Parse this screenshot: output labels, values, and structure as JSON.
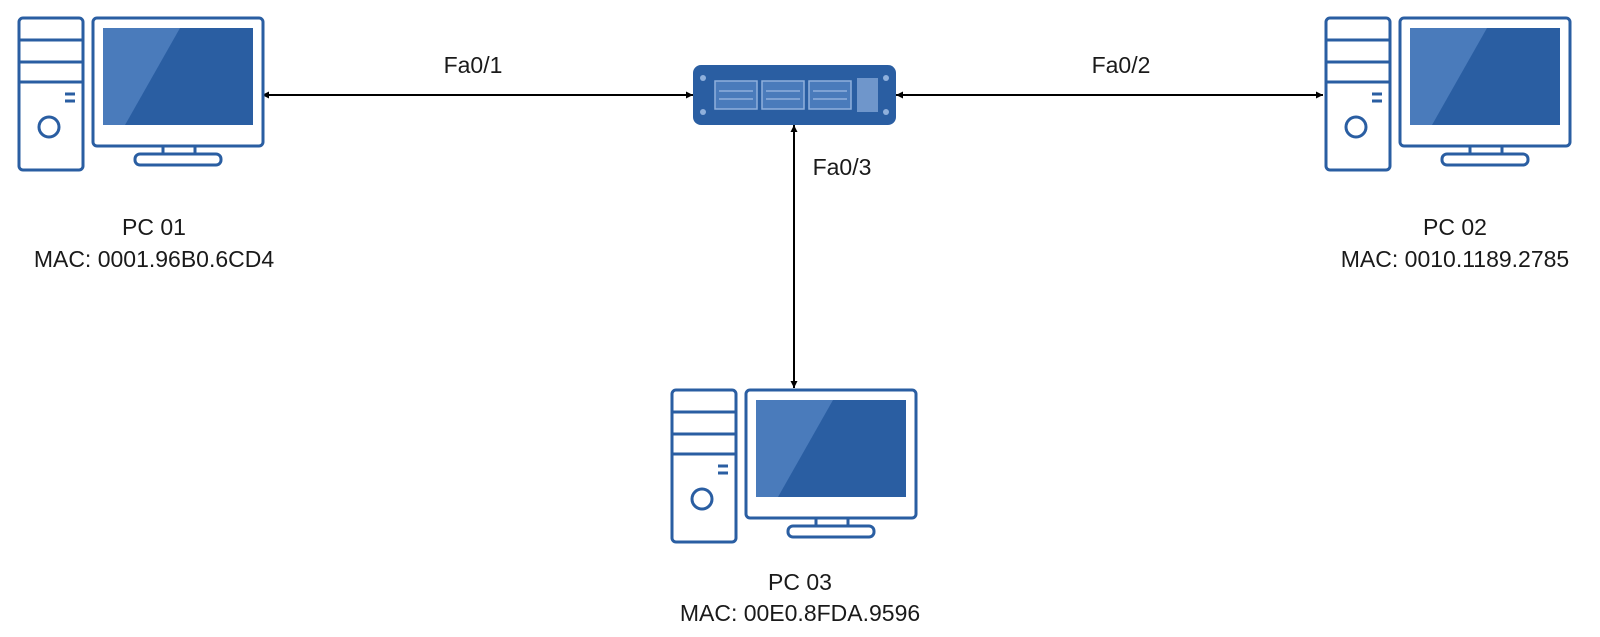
{
  "colors": {
    "device": "#2a5ea2",
    "device_light": "#4a7bbb",
    "line": "#000000",
    "text": "#1a1a1a"
  },
  "switch": {
    "icon": "network-switch-icon"
  },
  "links": [
    {
      "port": "Fa0/1",
      "target": "pc-01"
    },
    {
      "port": "Fa0/2",
      "target": "pc-02"
    },
    {
      "port": "Fa0/3",
      "target": "pc-03"
    }
  ],
  "pcs": [
    {
      "id": "pc-01",
      "name": "PC 01",
      "mac": "MAC: 0001.96B0.6CD4",
      "icon": "desktop-computer-icon"
    },
    {
      "id": "pc-02",
      "name": "PC 02",
      "mac": "MAC: 0010.1189.2785",
      "icon": "desktop-computer-icon"
    },
    {
      "id": "pc-03",
      "name": "PC 03",
      "mac": "MAC: 00E0.8FDA.9596",
      "icon": "desktop-computer-icon"
    }
  ]
}
